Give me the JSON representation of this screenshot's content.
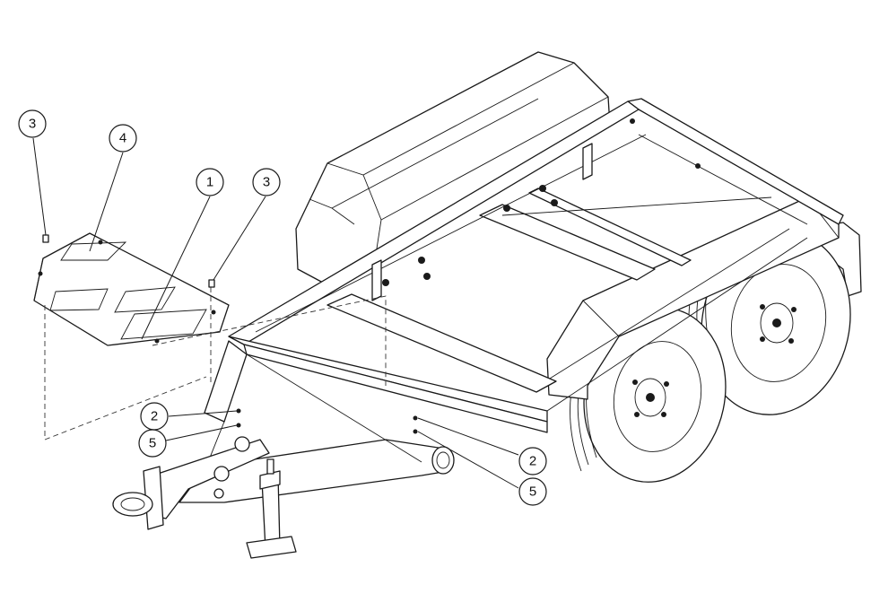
{
  "callouts": [
    {
      "id": "c-3a",
      "label": "3"
    },
    {
      "id": "c-4",
      "label": "4"
    },
    {
      "id": "c-1",
      "label": "1"
    },
    {
      "id": "c-3b",
      "label": "3"
    },
    {
      "id": "c-2a",
      "label": "2"
    },
    {
      "id": "c-5a",
      "label": "5"
    },
    {
      "id": "c-2b",
      "label": "2"
    },
    {
      "id": "c-5b",
      "label": "5"
    }
  ],
  "colors": {
    "line": "#1a1a1a",
    "background": "#ffffff"
  }
}
